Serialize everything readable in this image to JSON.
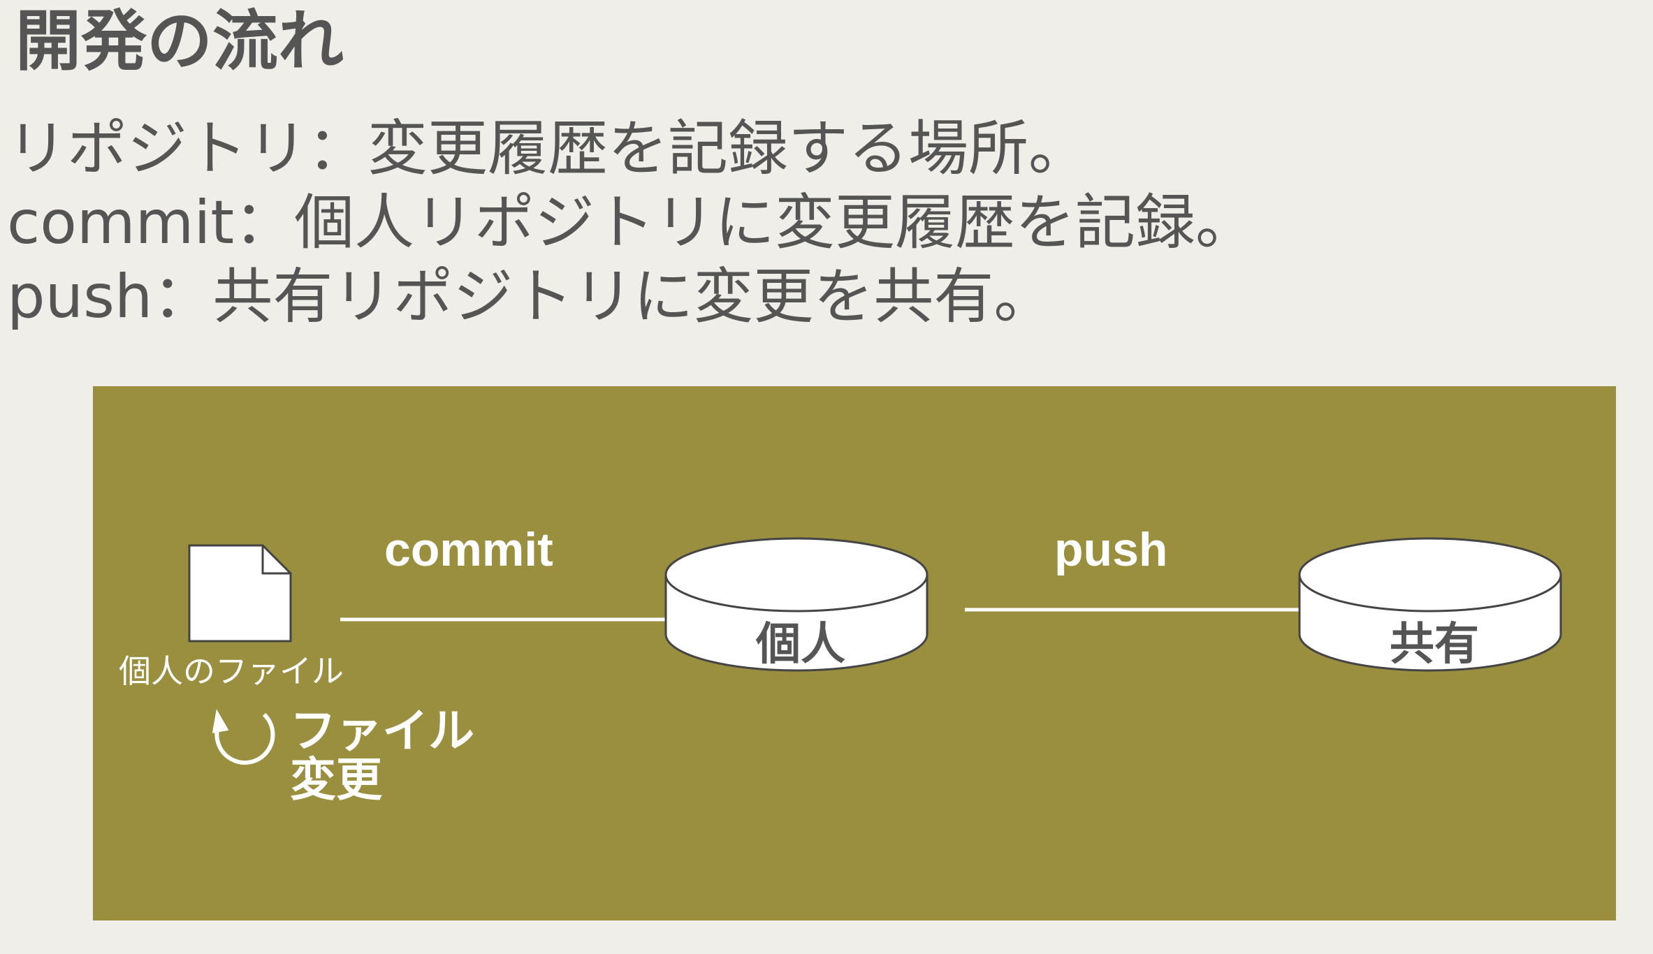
{
  "header": {
    "title": "開発の流れ"
  },
  "description": {
    "lines": [
      "リポジトリ：変更履歴を記録する場所。",
      "commit：個人リポジトリに変更履歴を記録。",
      "push：共有リポジトリに変更を共有。"
    ]
  },
  "diagram": {
    "panel_color": "#9a8e3f",
    "file_caption": "個人のファイル",
    "change_label_line1": "ファイル",
    "change_label_line2": "変更",
    "commit_label": "commit",
    "push_label": "push",
    "personal_repo_label": "個人",
    "shared_repo_label": "共有",
    "icons": [
      "document-icon",
      "refresh-cycle-icon",
      "database-icon",
      "arrow-right-icon"
    ]
  }
}
